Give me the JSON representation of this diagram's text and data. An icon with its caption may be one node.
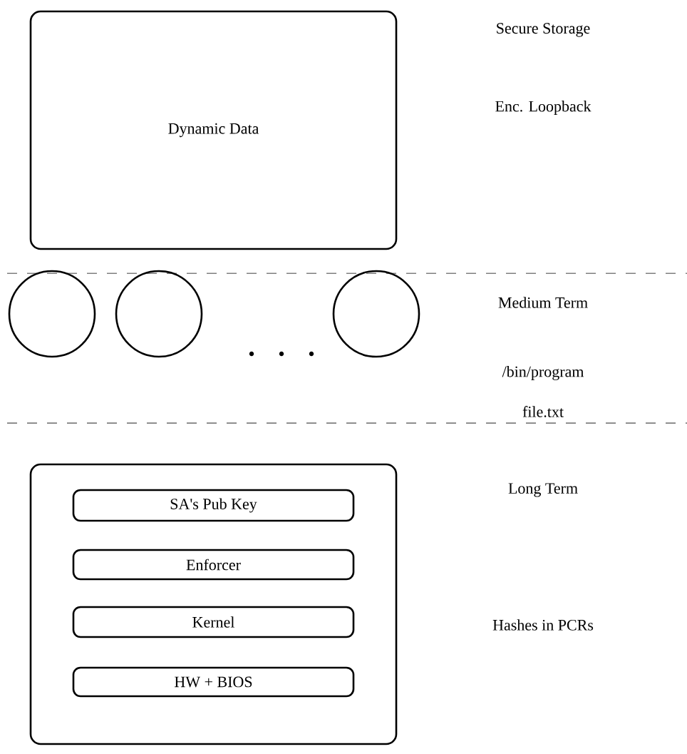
{
  "diagram": {
    "nodes": [
      {
        "text": [
          "Dynamic Data"
        ]
      },
      {
        "text": [],
        "shape": "circle"
      },
      {
        "text": [],
        "shape": "circle"
      },
      {
        "text": [],
        "shape": "circle"
      },
      {
        "text": [],
        "shape": "box"
      },
      {
        "text": [
          "SA's Pub Key"
        ],
        "in": 4
      },
      {
        "text": [
          "Enforcer"
        ],
        "in": 4
      },
      {
        "text": [
          "Kernel"
        ],
        "in": 4
      },
      {
        "text": [
          "HW + BIOS"
        ],
        "in": 4
      }
    ],
    "labels": [
      "Secure Storage",
      "Enc. Loopback",
      "Medium Term",
      "/bin/program",
      "file.txt",
      "Long Term",
      "Hashes in PCRs"
    ]
  }
}
